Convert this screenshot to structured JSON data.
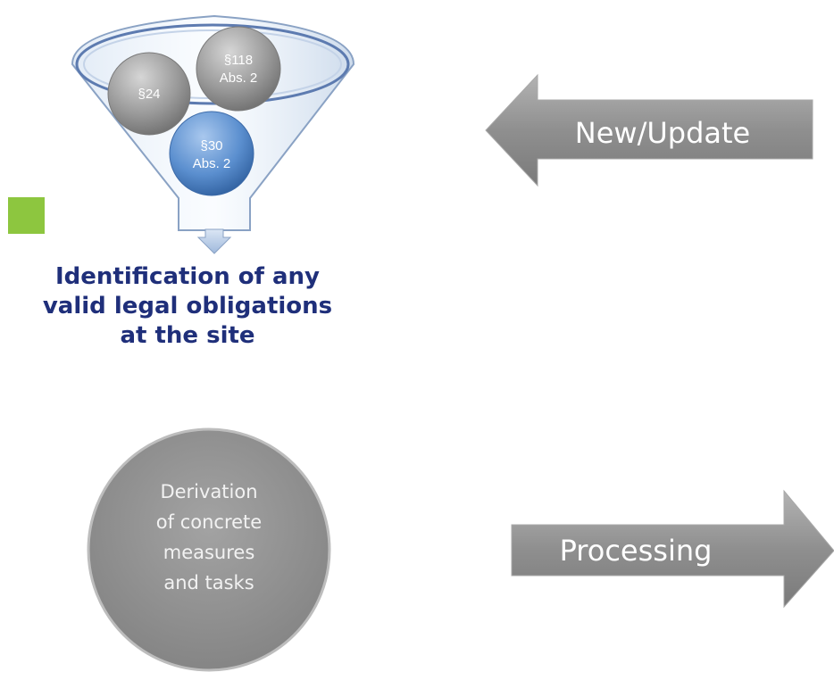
{
  "funnel": {
    "bubbles": [
      {
        "line1": "§24",
        "line2": ""
      },
      {
        "line1": "§118",
        "line2": "Abs. 2"
      },
      {
        "line1": "§30",
        "line2": "Abs. 2"
      }
    ]
  },
  "caption": {
    "line1": "Identification of any",
    "line2": "valid legal obligations",
    "line3": "at the site"
  },
  "arrows": {
    "left_label": "New/Update",
    "right_label": "Processing"
  },
  "circle": {
    "lines": [
      "Derivation",
      "of concrete",
      "measures",
      "and tasks"
    ]
  },
  "colors": {
    "caption_text": "#1f2f7a",
    "accent_green": "#8dc63f",
    "gray_shape": "#8c8c8c",
    "blue_bubble": "#4a7fc1"
  }
}
